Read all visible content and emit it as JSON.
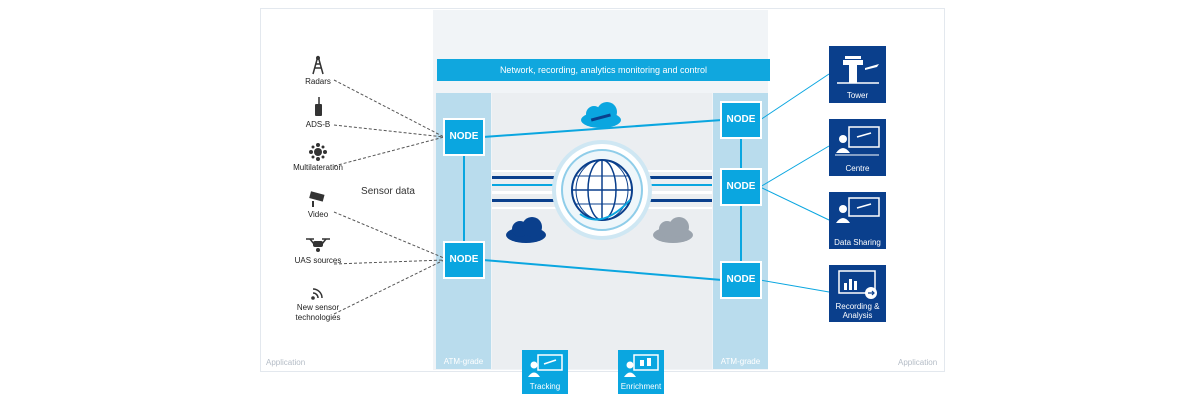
{
  "banner": "Network, recording, analytics monitoring and control",
  "node_label": "NODE",
  "column_label": "ATM-grade",
  "application_label": "Application",
  "sensor_title": "Sensor data",
  "sensors": [
    {
      "label": "Radars",
      "icon": "radar-icon"
    },
    {
      "label": "ADS-B",
      "icon": "ads-b-icon"
    },
    {
      "label": "Multilateration",
      "icon": "multilateration-icon"
    },
    {
      "label": "Video",
      "icon": "video-camera-icon"
    },
    {
      "label": "UAS sources",
      "icon": "drone-icon"
    },
    {
      "label": "New sensor technologies",
      "icon": "signal-icon"
    }
  ],
  "applications": [
    {
      "label": "Tower",
      "icon": "tower-icon"
    },
    {
      "label": "Centre",
      "icon": "centre-icon"
    },
    {
      "label": "Data Sharing",
      "icon": "data-sharing-icon"
    },
    {
      "label": "Recording & Analysis",
      "icon": "recording-analysis-icon"
    }
  ],
  "bottom_apps": [
    {
      "label": "Tracking",
      "icon": "tracking-icon"
    },
    {
      "label": "Enrichment",
      "icon": "enrichment-icon"
    }
  ],
  "colors": {
    "accent": "#0aa6e0",
    "dark_blue": "#0a3f8c",
    "column": "#b9dced",
    "panel": "#f1f4f7"
  }
}
